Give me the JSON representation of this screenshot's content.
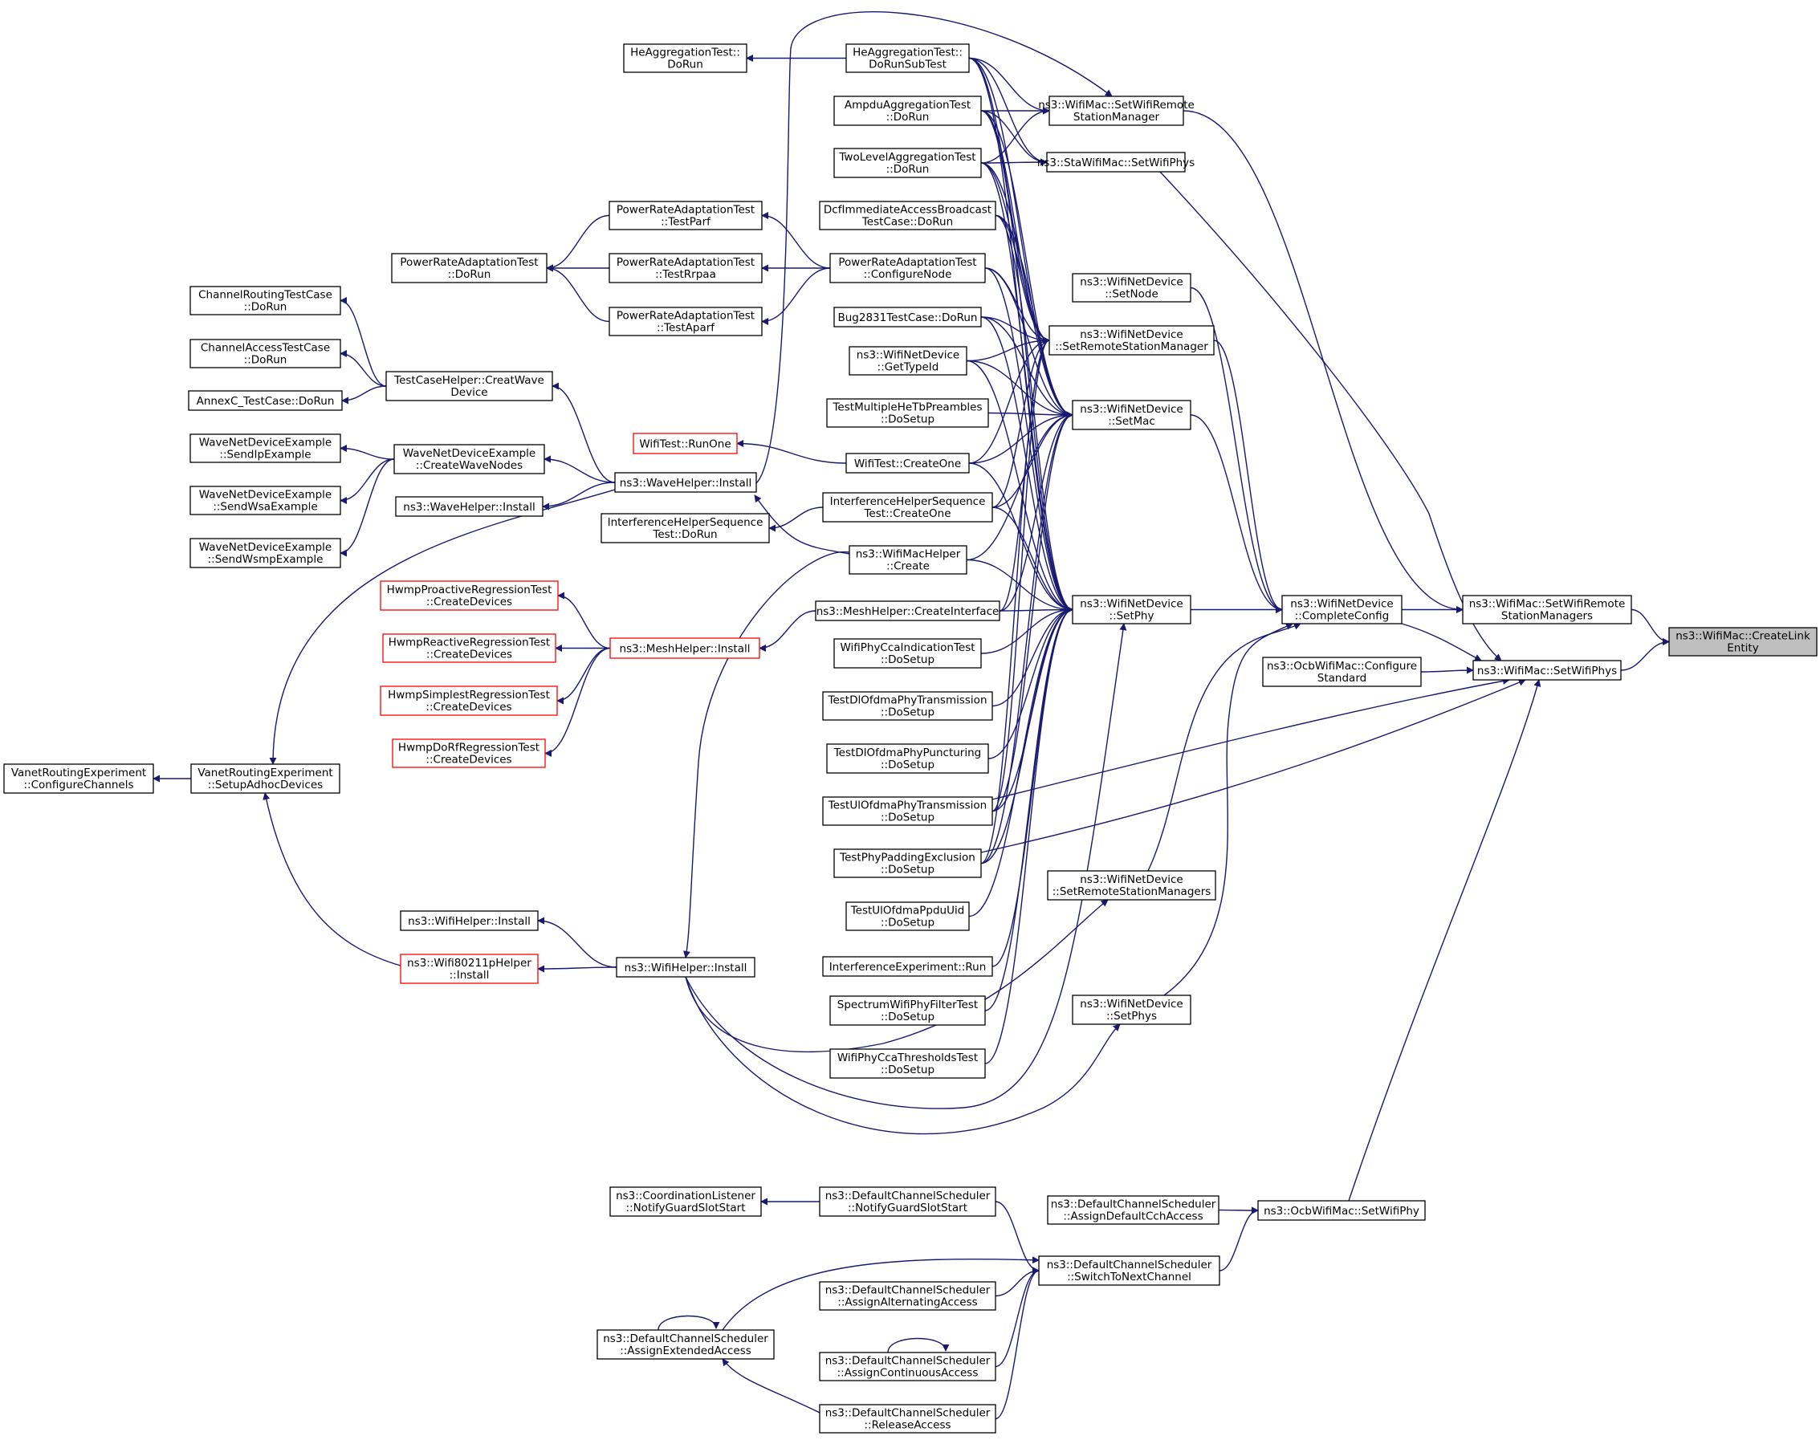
{
  "nodes": [
    {
      "id": "target",
      "l1": "ns3::WifiMac::CreateLink",
      "l2": "Entity",
      "focus": true
    },
    {
      "id": "setWifiRemoteStationManagers",
      "l1": "ns3::WifiMac::SetWifiRemote",
      "l2": "StationManagers"
    },
    {
      "id": "setWifiPhys",
      "l1": "ns3::WifiMac::SetWifiPhys",
      "l2": ""
    },
    {
      "id": "ocbConfigure",
      "l1": "ns3::OcbWifiMac::Configure",
      "l2": "Standard"
    },
    {
      "id": "completeConfig",
      "l1": "ns3::WifiNetDevice",
      "l2": "::CompleteConfig"
    },
    {
      "id": "setPhy",
      "l1": "ns3::WifiNetDevice",
      "l2": "::SetPhy"
    },
    {
      "id": "setMac",
      "l1": "ns3::WifiNetDevice",
      "l2": "::SetMac"
    },
    {
      "id": "setRSM",
      "l1": "ns3::WifiNetDevice",
      "l2": "::SetRemoteStationManager"
    },
    {
      "id": "setNode",
      "l1": "ns3::WifiNetDevice",
      "l2": "::SetNode"
    },
    {
      "id": "setRSMs",
      "l1": "ns3::WifiNetDevice",
      "l2": "::SetRemoteStationManagers"
    },
    {
      "id": "setPhys",
      "l1": "ns3::WifiNetDevice",
      "l2": "::SetPhys"
    },
    {
      "id": "setWifiRSM",
      "l1": "ns3::WifiMac::SetWifiRemote",
      "l2": "StationManager"
    },
    {
      "id": "staSetWifiPhys",
      "l1": "ns3::StaWifiMac::SetWifiPhys",
      "l2": ""
    },
    {
      "id": "ocbSetWifiPhy",
      "l1": "ns3::OcbWifiMac::SetWifiPhy",
      "l2": ""
    },
    {
      "id": "assignDefaultCch",
      "l1": "ns3::DefaultChannelScheduler",
      "l2": "::AssignDefaultCchAccess"
    },
    {
      "id": "switchToNext",
      "l1": "ns3::DefaultChannelScheduler",
      "l2": "::SwitchToNextChannel"
    },
    {
      "id": "notifyGuardSched",
      "l1": "ns3::DefaultChannelScheduler",
      "l2": "::NotifyGuardSlotStart"
    },
    {
      "id": "assignAlternating",
      "l1": "ns3::DefaultChannelScheduler",
      "l2": "::AssignAlternatingAccess"
    },
    {
      "id": "assignContinuous",
      "l1": "ns3::DefaultChannelScheduler",
      "l2": "::AssignContinuousAccess"
    },
    {
      "id": "releaseAccess",
      "l1": "ns3::DefaultChannelScheduler",
      "l2": "::ReleaseAccess"
    },
    {
      "id": "assignExtended",
      "l1": "ns3::DefaultChannelScheduler",
      "l2": "::AssignExtendedAccess"
    },
    {
      "id": "coordNotify",
      "l1": "ns3::CoordinationListener",
      "l2": "::NotifyGuardSlotStart"
    },
    {
      "id": "heAggDoRunSub",
      "l1": "HeAggregationTest::",
      "l2": "DoRunSubTest"
    },
    {
      "id": "heAggDoRun",
      "l1": "HeAggregationTest::",
      "l2": "DoRun"
    },
    {
      "id": "ampduDoRun",
      "l1": "AmpduAggregationTest",
      "l2": "::DoRun"
    },
    {
      "id": "twoLevelDoRun",
      "l1": "TwoLevelAggregationTest",
      "l2": "::DoRun"
    },
    {
      "id": "dcfImmediate",
      "l1": "DcfImmediateAccessBroadcast",
      "l2": "TestCase::DoRun"
    },
    {
      "id": "praConfigureNode",
      "l1": "PowerRateAdaptationTest",
      "l2": "::ConfigureNode"
    },
    {
      "id": "bug2831",
      "l1": "Bug2831TestCase::DoRun",
      "l2": ""
    },
    {
      "id": "getTypeId",
      "l1": "ns3::WifiNetDevice",
      "l2": "::GetTypeId"
    },
    {
      "id": "testMultipleHe",
      "l1": "TestMultipleHeTbPreambles",
      "l2": "::DoSetup"
    },
    {
      "id": "wifiTestCreateOne",
      "l1": "WifiTest::CreateOne",
      "l2": ""
    },
    {
      "id": "ihsCreateOne",
      "l1": "InterferenceHelperSequence",
      "l2": "Test::CreateOne"
    },
    {
      "id": "macHelperCreate",
      "l1": "ns3::WifiMacHelper",
      "l2": "::Create"
    },
    {
      "id": "meshCreateIface",
      "l1": "ns3::MeshHelper::CreateInterface",
      "l2": ""
    },
    {
      "id": "ccaIndication",
      "l1": "WifiPhyCcaIndicationTest",
      "l2": "::DoSetup"
    },
    {
      "id": "dlOfdmaTx",
      "l1": "TestDlOfdmaPhyTransmission",
      "l2": "::DoSetup"
    },
    {
      "id": "dlOfdmaPunct",
      "l1": "TestDlOfdmaPhyPuncturing",
      "l2": "::DoSetup"
    },
    {
      "id": "ulOfdmaTx",
      "l1": "TestUlOfdmaPhyTransmission",
      "l2": "::DoSetup"
    },
    {
      "id": "phyPadding",
      "l1": "TestPhyPaddingExclusion",
      "l2": "::DoSetup"
    },
    {
      "id": "ulOfdmaPpdu",
      "l1": "TestUlOfdmaPpduUid",
      "l2": "::DoSetup"
    },
    {
      "id": "interfExpRun",
      "l1": "InterferenceExperiment::Run",
      "l2": ""
    },
    {
      "id": "spectrumFilter",
      "l1": "SpectrumWifiPhyFilterTest",
      "l2": "::DoSetup"
    },
    {
      "id": "ccaThresholds",
      "l1": "WifiPhyCcaThresholdsTest",
      "l2": "::DoSetup"
    },
    {
      "id": "praTestParf",
      "l1": "PowerRateAdaptationTest",
      "l2": "::TestParf"
    },
    {
      "id": "praTestRrpaa",
      "l1": "PowerRateAdaptationTest",
      "l2": "::TestRrpaa"
    },
    {
      "id": "praTestAparf",
      "l1": "PowerRateAdaptationTest",
      "l2": "::TestAparf"
    },
    {
      "id": "praDoRun",
      "l1": "PowerRateAdaptationTest",
      "l2": "::DoRun"
    },
    {
      "id": "wifiTestRunOne",
      "l1": "WifiTest::RunOne",
      "l2": "",
      "red": true
    },
    {
      "id": "waveHelperInstall",
      "l1": "ns3::WaveHelper::Install",
      "l2": ""
    },
    {
      "id": "waveHelperInstall2",
      "l1": "ns3::WaveHelper::Install",
      "l2": ""
    },
    {
      "id": "ihsDoRun",
      "l1": "InterferenceHelperSequence",
      "l2": "Test::DoRun"
    },
    {
      "id": "meshInstall",
      "l1": "ns3::MeshHelper::Install",
      "l2": "",
      "red": true
    },
    {
      "id": "hwmpProactive",
      "l1": "HwmpProactiveRegressionTest",
      "l2": "::CreateDevices",
      "red": true
    },
    {
      "id": "hwmpReactive",
      "l1": "HwmpReactiveRegressionTest",
      "l2": "::CreateDevices",
      "red": true
    },
    {
      "id": "hwmpSimplest",
      "l1": "HwmpSimplestRegressionTest",
      "l2": "::CreateDevices",
      "red": true
    },
    {
      "id": "hwmpDoRf",
      "l1": "HwmpDoRfRegressionTest",
      "l2": "::CreateDevices",
      "red": true
    },
    {
      "id": "tchCreatWave",
      "l1": "TestCaseHelper::CreatWave",
      "l2": "Device"
    },
    {
      "id": "channelRouting",
      "l1": "ChannelRoutingTestCase",
      "l2": "::DoRun"
    },
    {
      "id": "channelAccess",
      "l1": "ChannelAccessTestCase",
      "l2": "::DoRun"
    },
    {
      "id": "annexC",
      "l1": "AnnexC_TestCase::DoRun",
      "l2": ""
    },
    {
      "id": "wndeCreateWave",
      "l1": "WaveNetDeviceExample",
      "l2": "::CreateWaveNodes"
    },
    {
      "id": "wndeSendIp",
      "l1": "WaveNetDeviceExample",
      "l2": "::SendIpExample"
    },
    {
      "id": "wndeSendWsa",
      "l1": "WaveNetDeviceExample",
      "l2": "::SendWsaExample"
    },
    {
      "id": "wndeSendWsmp",
      "l1": "WaveNetDeviceExample",
      "l2": "::SendWsmpExample"
    },
    {
      "id": "wifiHelperInstall",
      "l1": "ns3::WifiHelper::Install",
      "l2": ""
    },
    {
      "id": "wifiHelperInstall2",
      "l1": "ns3::WifiHelper::Install",
      "l2": ""
    },
    {
      "id": "wifi80211p",
      "l1": "ns3::Wifi80211pHelper",
      "l2": "::Install",
      "red": true
    },
    {
      "id": "vanetSetup",
      "l1": "VanetRoutingExperiment",
      "l2": "::SetupAdhocDevices"
    },
    {
      "id": "vanetConfigure",
      "l1": "VanetRoutingExperiment",
      "l2": "::ConfigureChannels"
    }
  ],
  "edges": [
    [
      "setWifiRemoteStationManagers",
      "target"
    ],
    [
      "setWifiPhys",
      "target"
    ],
    [
      "completeConfig",
      "setWifiRemoteStationManagers"
    ],
    [
      "setWifiRSM",
      "setWifiRemoteStationManagers"
    ],
    [
      "completeConfig",
      "setWifiPhys"
    ],
    [
      "ocbConfigure",
      "setWifiPhys"
    ],
    [
      "staSetWifiPhys",
      "setWifiPhys"
    ],
    [
      "ocbSetWifiPhy",
      "setWifiPhys"
    ],
    [
      "ulOfdmaTx",
      "setWifiPhys"
    ],
    [
      "phyPadding",
      "setWifiPhys"
    ],
    [
      "setPhy",
      "completeConfig"
    ],
    [
      "setMac",
      "completeConfig"
    ],
    [
      "setRSM",
      "completeConfig"
    ],
    [
      "setNode",
      "completeConfig"
    ],
    [
      "setRSMs",
      "completeConfig"
    ],
    [
      "setPhys",
      "completeConfig"
    ],
    [
      "heAggDoRunSub",
      "setPhy"
    ],
    [
      "ampduDoRun",
      "setPhy"
    ],
    [
      "twoLevelDoRun",
      "setPhy"
    ],
    [
      "dcfImmediate",
      "setPhy"
    ],
    [
      "praConfigureNode",
      "setPhy"
    ],
    [
      "bug2831",
      "setPhy"
    ],
    [
      "getTypeId",
      "setPhy"
    ],
    [
      "wifiTestCreateOne",
      "setPhy"
    ],
    [
      "ihsCreateOne",
      "setPhy"
    ],
    [
      "macHelperCreate",
      "setPhy"
    ],
    [
      "meshCreateIface",
      "setPhy"
    ],
    [
      "ccaIndication",
      "setPhy"
    ],
    [
      "dlOfdmaTx",
      "setPhy"
    ],
    [
      "dlOfdmaPunct",
      "setPhy"
    ],
    [
      "ulOfdmaTx",
      "setPhy"
    ],
    [
      "phyPadding",
      "setPhy"
    ],
    [
      "ulOfdmaPpdu",
      "setPhy"
    ],
    [
      "interfExpRun",
      "setPhy"
    ],
    [
      "spectrumFilter",
      "setPhy"
    ],
    [
      "ccaThresholds",
      "setPhy"
    ],
    [
      "wifiHelperInstall",
      "setPhy"
    ],
    [
      "heAggDoRunSub",
      "setMac"
    ],
    [
      "ampduDoRun",
      "setMac"
    ],
    [
      "twoLevelDoRun",
      "setMac"
    ],
    [
      "dcfImmediate",
      "setMac"
    ],
    [
      "praConfigureNode",
      "setMac"
    ],
    [
      "bug2831",
      "setMac"
    ],
    [
      "getTypeId",
      "setMac"
    ],
    [
      "testMultipleHe",
      "setMac"
    ],
    [
      "wifiTestCreateOne",
      "setMac"
    ],
    [
      "ihsCreateOne",
      "setMac"
    ],
    [
      "macHelperCreate",
      "setMac"
    ],
    [
      "meshCreateIface",
      "setMac"
    ],
    [
      "ulOfdmaTx",
      "setMac"
    ],
    [
      "phyPadding",
      "setMac"
    ],
    [
      "heAggDoRunSub",
      "setRSM"
    ],
    [
      "ampduDoRun",
      "setRSM"
    ],
    [
      "twoLevelDoRun",
      "setRSM"
    ],
    [
      "dcfImmediate",
      "setRSM"
    ],
    [
      "praConfigureNode",
      "setRSM"
    ],
    [
      "bug2831",
      "setRSM"
    ],
    [
      "getTypeId",
      "setRSM"
    ],
    [
      "wifiTestCreateOne",
      "setRSM"
    ],
    [
      "ihsCreateOne",
      "setRSM"
    ],
    [
      "meshCreateIface",
      "setRSM"
    ],
    [
      "ulOfdmaTx",
      "setRSM"
    ],
    [
      "phyPadding",
      "setRSM"
    ],
    [
      "wifiHelperInstall",
      "setRSMs"
    ],
    [
      "wifiHelperInstall",
      "setPhys"
    ],
    [
      "heAggDoRunSub",
      "setWifiRSM"
    ],
    [
      "ampduDoRun",
      "setWifiRSM"
    ],
    [
      "twoLevelDoRun",
      "setWifiRSM"
    ],
    [
      "waveHelperInstall",
      "setWifiRSM"
    ],
    [
      "heAggDoRunSub",
      "staSetWifiPhys"
    ],
    [
      "ampduDoRun",
      "staSetWifiPhys"
    ],
    [
      "twoLevelDoRun",
      "staSetWifiPhys"
    ],
    [
      "heAggDoRunSub",
      "heAggDoRun"
    ],
    [
      "praConfigureNode",
      "praTestParf"
    ],
    [
      "praConfigureNode",
      "praTestRrpaa"
    ],
    [
      "praConfigureNode",
      "praTestAparf"
    ],
    [
      "praTestParf",
      "praDoRun"
    ],
    [
      "praTestRrpaa",
      "praDoRun"
    ],
    [
      "praTestAparf",
      "praDoRun"
    ],
    [
      "wifiTestCreateOne",
      "wifiTestRunOne"
    ],
    [
      "ihsCreateOne",
      "ihsDoRun"
    ],
    [
      "macHelperCreate",
      "waveHelperInstall"
    ],
    [
      "macHelperCreate",
      "wifiHelperInstall"
    ],
    [
      "meshCreateIface",
      "meshInstall"
    ],
    [
      "meshInstall",
      "hwmpProactive"
    ],
    [
      "meshInstall",
      "hwmpReactive"
    ],
    [
      "meshInstall",
      "hwmpSimplest"
    ],
    [
      "meshInstall",
      "hwmpDoRf"
    ],
    [
      "waveHelperInstall",
      "tchCreatWave"
    ],
    [
      "waveHelperInstall",
      "wndeCreateWave"
    ],
    [
      "waveHelperInstall",
      "waveHelperInstall2"
    ],
    [
      "waveHelperInstall",
      "vanetSetup"
    ],
    [
      "tchCreatWave",
      "channelRouting"
    ],
    [
      "tchCreatWave",
      "channelAccess"
    ],
    [
      "tchCreatWave",
      "annexC"
    ],
    [
      "wndeCreateWave",
      "wndeSendIp"
    ],
    [
      "wndeCreateWave",
      "wndeSendWsa"
    ],
    [
      "wndeCreateWave",
      "wndeSendWsmp"
    ],
    [
      "wifiHelperInstall",
      "wifiHelperInstall2"
    ],
    [
      "wifiHelperInstall",
      "wifi80211p"
    ],
    [
      "wifi80211p",
      "vanetSetup"
    ],
    [
      "vanetSetup",
      "vanetConfigure"
    ],
    [
      "assignDefaultCch",
      "ocbSetWifiPhy"
    ],
    [
      "switchToNext",
      "ocbSetWifiPhy"
    ],
    [
      "notifyGuardSched",
      "switchToNext"
    ],
    [
      "assignAlternating",
      "switchToNext"
    ],
    [
      "assignContinuous",
      "switchToNext"
    ],
    [
      "releaseAccess",
      "switchToNext"
    ],
    [
      "assignExtended",
      "switchToNext"
    ],
    [
      "notifyGuardSched",
      "coordNotify"
    ],
    [
      "releaseAccess",
      "assignExtended"
    ],
    [
      "assignContinuous",
      "assignContinuous"
    ],
    [
      "assignExtended",
      "assignExtended"
    ]
  ]
}
